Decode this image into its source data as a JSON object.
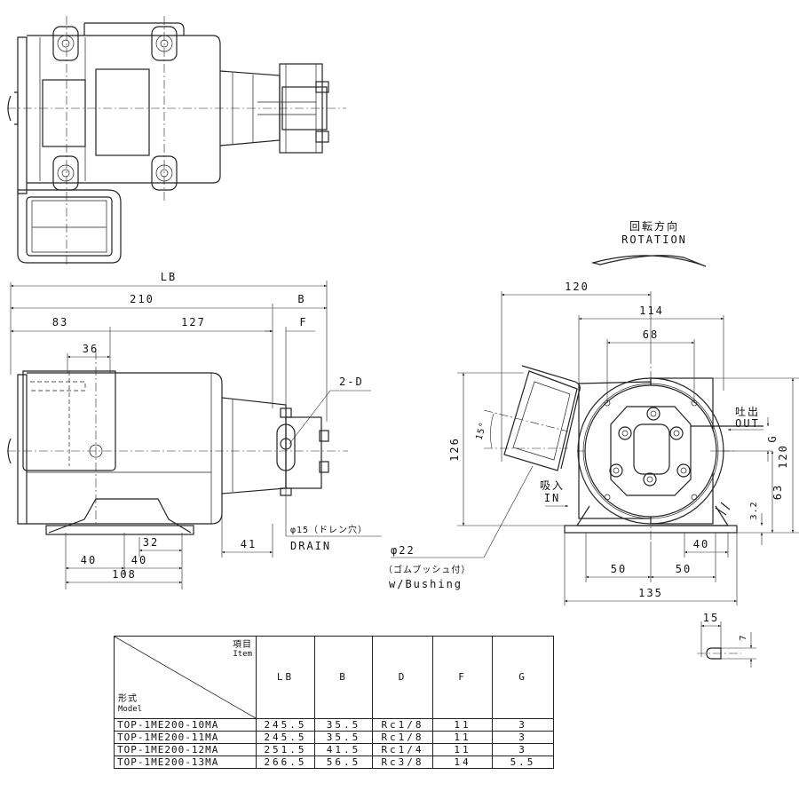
{
  "dims": {
    "LB": "LB",
    "d210": "210",
    "B": "B",
    "d83": "83",
    "d127": "127",
    "F": "F",
    "d36": "36",
    "twoD": "2-D",
    "d41": "41",
    "drain_jp": "φ15（ドレン穴）",
    "drain_en": "DRAIN",
    "d32": "32",
    "d40a": "40",
    "d40b": "40",
    "d108": "108",
    "rotation_jp": "回転方向",
    "rotation_en": "ROTATION",
    "d120top": "120",
    "d114": "114",
    "d68": "68",
    "d126": "126",
    "angle15": "15°",
    "out_jp": "吐出",
    "out_en": "OUT",
    "G": "G",
    "in_jp": "吸入",
    "in_en": "IN",
    "d120r": "120",
    "d63": "63",
    "d3_2": "3.2",
    "d40c": "40",
    "d50a": "50",
    "d50b": "50",
    "d135": "135",
    "bush_dia": "φ22",
    "bush_jp": "（ゴムブッシュ付）",
    "bush_en": "w/Bushing",
    "d15": "15",
    "d7": "7"
  },
  "table": {
    "item_jp": "項目",
    "item_en": "Item",
    "model_jp": "形式",
    "model_en": "Model",
    "headers": [
      "LB",
      "B",
      "D",
      "F",
      "G"
    ],
    "rows": [
      {
        "model": "TOP-1ME200-10MA",
        "lb": "245.5",
        "b": "35.5",
        "d": "Rc1/8",
        "f": "11",
        "g": "3"
      },
      {
        "model": "TOP-1ME200-11MA",
        "lb": "245.5",
        "b": "35.5",
        "d": "Rc1/8",
        "f": "11",
        "g": "3"
      },
      {
        "model": "TOP-1ME200-12MA",
        "lb": "251.5",
        "b": "41.5",
        "d": "Rc1/4",
        "f": "11",
        "g": "3"
      },
      {
        "model": "TOP-1ME200-13MA",
        "lb": "266.5",
        "b": "56.5",
        "d": "Rc3/8",
        "f": "14",
        "g": "5.5"
      }
    ]
  }
}
